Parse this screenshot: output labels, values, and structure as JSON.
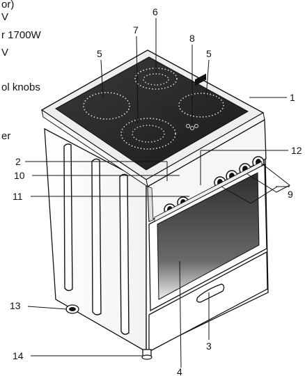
{
  "legend_fragments": [
    "or)",
    "V",
    "r 1700W",
    "V",
    "ol knobs",
    "er"
  ],
  "callouts": [
    "1",
    "2",
    "3",
    "4",
    "5",
    "5",
    "6",
    "7",
    "8",
    "9",
    "10",
    "11",
    "12",
    "13",
    "14"
  ],
  "colors": {
    "cooktop_glass": "#2b2b2b",
    "frame_light": "#eeeeee",
    "body_outline": "#111111",
    "oven_glass": "#444444",
    "burner_dots": "#e0e0e0"
  }
}
